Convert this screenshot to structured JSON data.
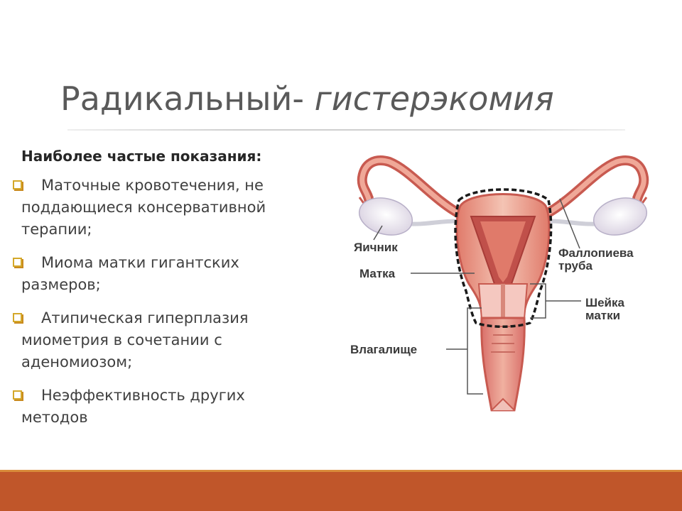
{
  "slide": {
    "title_normal": "Радикальный- ",
    "title_italic": "гистерэкомия",
    "heading": "Наиболее частые показания:",
    "bullets": [
      {
        "line1": "Маточные кровотечения, не",
        "rest": "поддающиеся консервативной терапии;"
      },
      {
        "line1": "Миома матки гигантских",
        "rest": "размеров;"
      },
      {
        "line1": "Атипическая гиперплазия",
        "rest": "миометрия в сочетании с аденомиозом;"
      },
      {
        "line1": "Неэффективность других",
        "rest": "методов"
      }
    ],
    "bullet_icon": "checkbox-square-icon"
  },
  "diagram": {
    "labels": {
      "ovary": "Яичник",
      "uterus": "Матка",
      "vagina": "Влагалище",
      "tube_line1": "Фаллопиева",
      "tube_line2": "труба",
      "cervix_line1": "Шейка",
      "cervix_line2": "матки"
    }
  },
  "colors": {
    "accent_bar": "#c0562a",
    "bullet_box": "#d4a82a",
    "tissue": "#e8a090",
    "tissue_dark": "#c85a50"
  }
}
